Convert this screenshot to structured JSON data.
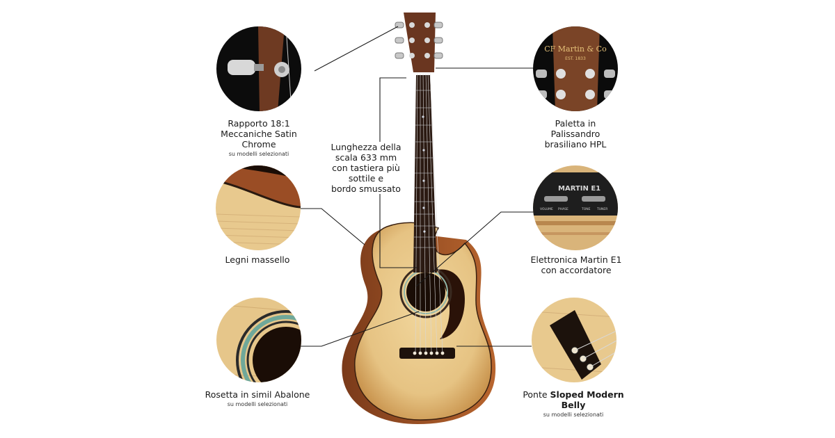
{
  "features": {
    "tuners": {
      "title_line1": "Rapporto 18:1",
      "title_line2": "Meccaniche Satin",
      "title_line3": "Chrome",
      "note": "su modelli selezionati"
    },
    "headstock": {
      "title_line1": "Paletta in",
      "title_line2": "Palissandro",
      "title_line3": "brasiliano HPL",
      "logo": "CF Martin & Co",
      "est": "EST. 1833"
    },
    "scale": {
      "line1": "Lunghezza della",
      "line2": "scala 633 mm",
      "line3": "con tastiera più",
      "line4": "sottile e",
      "line5": "bordo smussato"
    },
    "woods": {
      "title": "Legni massello"
    },
    "electronics": {
      "title_line1": "Elettronica Martin E1",
      "title_line2": "con accordatore",
      "panel_label": "MARTIN E1",
      "knob1": "VOLUME",
      "knob2": "PHASE",
      "knob3": "TONE",
      "knob4": "TUNER"
    },
    "rosette": {
      "title": "Rosetta in simil Abalone",
      "note": "su modelli selezionati"
    },
    "bridge": {
      "title_prefix": "Ponte ",
      "title_bold": "Sloped Modern Belly",
      "note": "su modelli selezionati"
    }
  },
  "colors": {
    "wood_dark": "#5a2e1a",
    "spruce": "#e8c98a",
    "line": "#1a1a1a"
  }
}
